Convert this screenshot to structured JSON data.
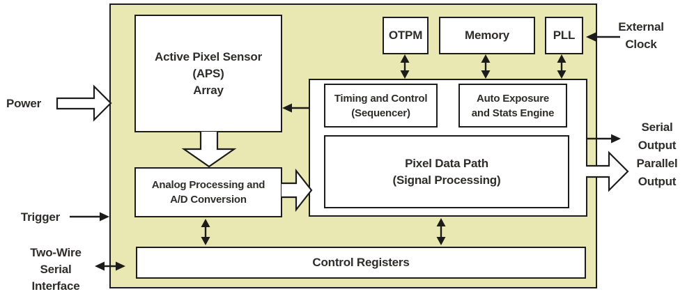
{
  "colors": {
    "panel_fill": "#e9e8b2",
    "box_fill": "#ffffff",
    "line_color": "#1c1c1a",
    "text_color": "#2e2d2b"
  },
  "blocks": {
    "aps": {
      "label": "Active Pixel Sensor\n(APS)\nArray"
    },
    "otpm": {
      "label": "OTPM"
    },
    "memory": {
      "label": "Memory"
    },
    "pll": {
      "label": "PLL"
    },
    "timing_control": {
      "label": "Timing and Control\n(Sequencer)"
    },
    "auto_exposure": {
      "label": "Auto Exposure\nand Stats Engine"
    },
    "pixel_data_path": {
      "label": "Pixel Data Path\n(Signal Processing)"
    },
    "analog_processing": {
      "label": "Analog Processing and\nA/D Conversion"
    },
    "control_registers": {
      "label": "Control Registers"
    }
  },
  "io_labels": {
    "power": {
      "label": "Power"
    },
    "trigger": {
      "label": "Trigger"
    },
    "two_wire_serial": {
      "label": "Two-Wire\nSerial\nInterface"
    },
    "external_clock": {
      "label": "External\nClock"
    },
    "serial_output": {
      "label": "Serial\nOutput"
    },
    "parallel_output": {
      "label": "Parallel\nOutput"
    }
  }
}
